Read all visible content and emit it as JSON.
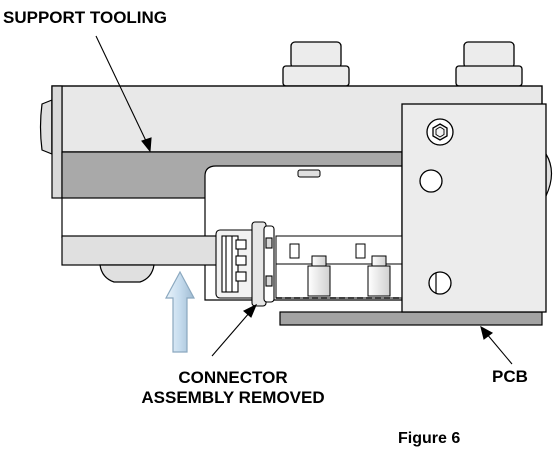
{
  "labels": {
    "support_tooling": "SUPPORT TOOLING",
    "connector_line1": "CONNECTOR",
    "connector_line2": "ASSEMBLY REMOVED",
    "pcb": "PCB",
    "figure": "Figure 6"
  },
  "colors": {
    "outline": "#000000",
    "body_light": "#e6e6e6",
    "band_mid": "#a8a8a8",
    "panel": "#ececec",
    "pcb": "#a0a0a0",
    "arrow_fill": "#c9dff0",
    "arrow_stroke": "#8aa6bd"
  }
}
